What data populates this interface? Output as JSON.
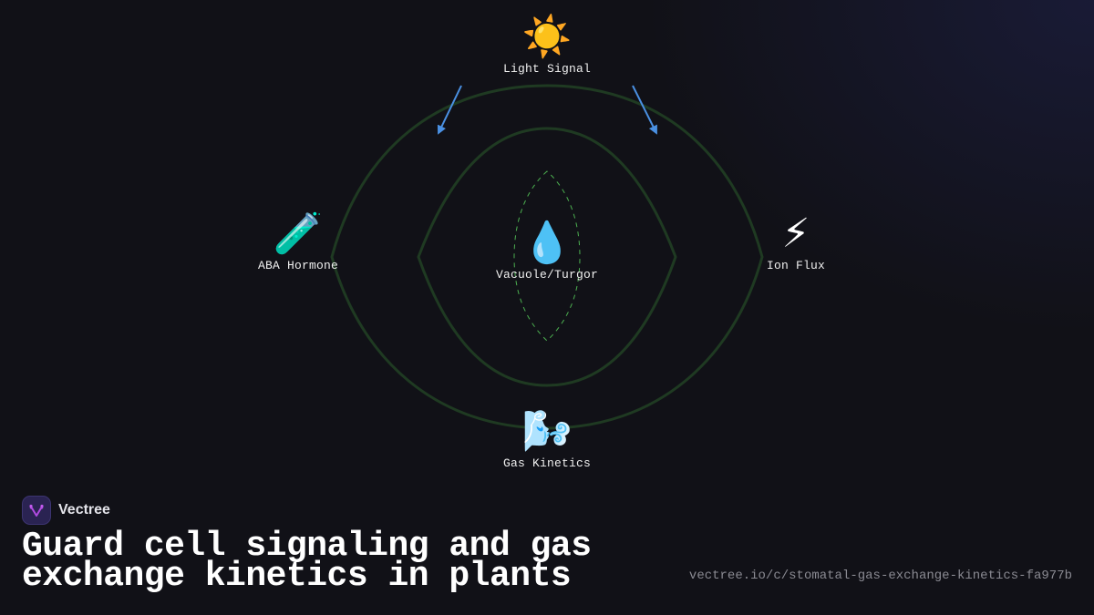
{
  "diagram": {
    "nodes": [
      {
        "id": "light",
        "label": "Light Signal",
        "icon": "sun-icon",
        "glyph": "☀️"
      },
      {
        "id": "aba",
        "label": "ABA Hormone",
        "icon": "test-tube-icon",
        "glyph": "🧪"
      },
      {
        "id": "vacuole",
        "label": "Vacuole/Turgor",
        "icon": "droplet-icon",
        "glyph": "💧"
      },
      {
        "id": "ion",
        "label": "Ion Flux",
        "icon": "lightning-icon",
        "glyph": "⚡"
      },
      {
        "id": "gas",
        "label": "Gas Kinetics",
        "icon": "wind-face-icon",
        "glyph": "🌬️"
      }
    ],
    "edges": [
      {
        "from": "light",
        "to": "guard-cell-left",
        "style": "arrow"
      },
      {
        "from": "light",
        "to": "guard-cell-right",
        "style": "arrow"
      }
    ],
    "colors": {
      "background": "#111117",
      "guard_cell_outline": "#1f3a22",
      "pore_dashed": "#4caf50",
      "arrow": "#4a90e2",
      "label": "#f0f0f0",
      "url": "#8a8a92",
      "brand_logo_bg": "#2a2352",
      "brand_logo_fg": "#b04be0"
    }
  },
  "brand": {
    "name": "Vectree",
    "logo_icon": "vectree-logo-icon"
  },
  "title": "Guard cell signaling and gas exchange kinetics in plants",
  "url": "vectree.io/c/stomatal-gas-exchange-kinetics-fa977b"
}
